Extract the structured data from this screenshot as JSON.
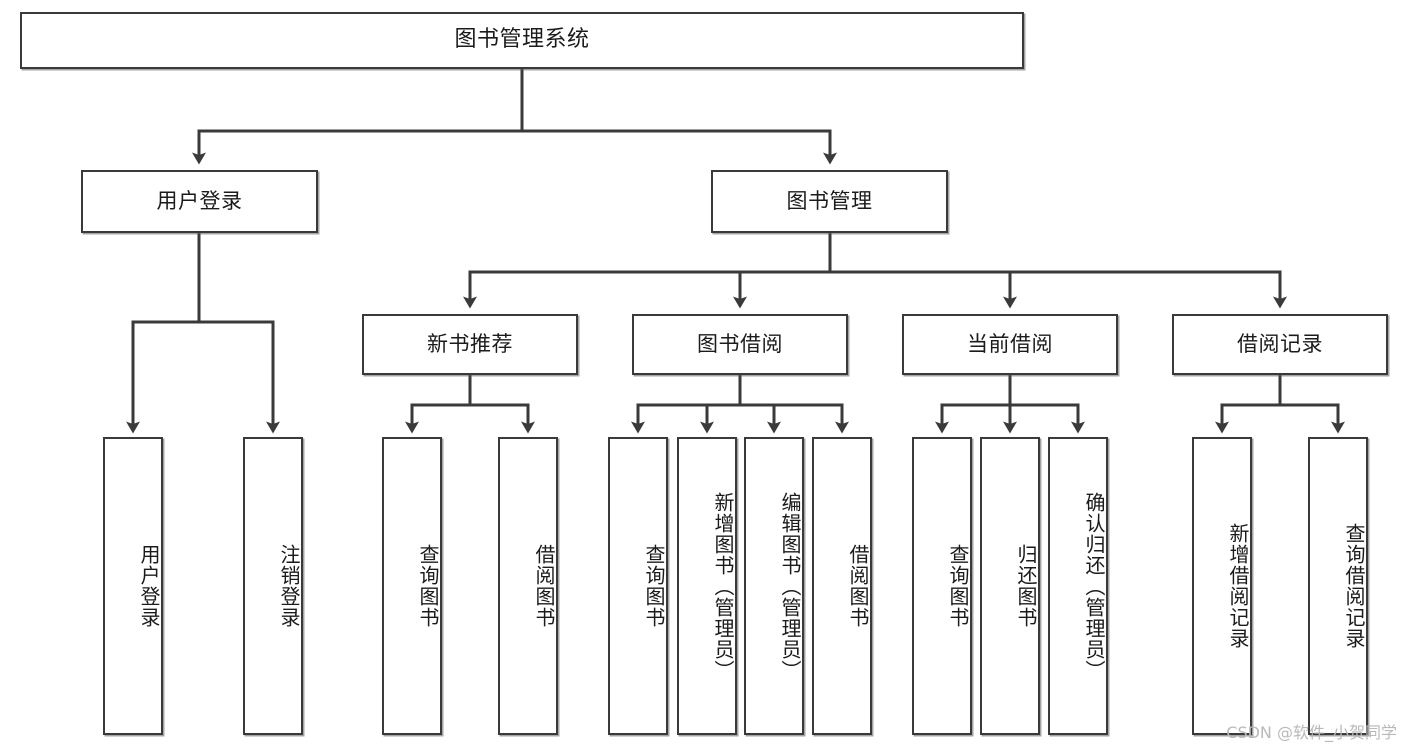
{
  "diagram": {
    "title": "图书管理系统",
    "type": "tree",
    "orientation": "top-down",
    "colors": {
      "box_border": "#3a3a3a",
      "box_fill": "#ffffff",
      "connector": "#3a3a3a",
      "text": "#1b1b1b",
      "watermark": "#b9b9b9",
      "background": "#ffffff"
    },
    "root": {
      "id": "root",
      "label": "图书管理系统"
    },
    "level2": [
      {
        "id": "user-login",
        "label": "用户登录"
      },
      {
        "id": "book-management",
        "label": "图书管理"
      }
    ],
    "level3": [
      {
        "id": "new-book-recommend",
        "label": "新书推荐",
        "parent": "book-management"
      },
      {
        "id": "book-borrow",
        "label": "图书借阅",
        "parent": "book-management"
      },
      {
        "id": "current-borrow",
        "label": "当前借阅",
        "parent": "book-management"
      },
      {
        "id": "borrow-record",
        "label": "借阅记录",
        "parent": "book-management"
      }
    ],
    "leaves": {
      "user-login": [
        {
          "id": "leaf-user-login",
          "label": "用户登录"
        },
        {
          "id": "leaf-user-logout",
          "label": "注销登录"
        }
      ],
      "new-book-recommend": [
        {
          "id": "leaf-query-book-1",
          "label": "查询图书"
        },
        {
          "id": "leaf-borrow-book-1",
          "label": "借阅图书"
        }
      ],
      "book-borrow": [
        {
          "id": "leaf-query-book-2",
          "label": "查询图书"
        },
        {
          "id": "leaf-add-book",
          "label": "新增图书（管理员）"
        },
        {
          "id": "leaf-edit-book",
          "label": "编辑图书（管理员）"
        },
        {
          "id": "leaf-borrow-book-2",
          "label": "借阅图书"
        }
      ],
      "current-borrow": [
        {
          "id": "leaf-query-book-3",
          "label": "查询图书"
        },
        {
          "id": "leaf-return-book",
          "label": "归还图书"
        },
        {
          "id": "leaf-confirm-return",
          "label": "确认归还（管理员）"
        }
      ],
      "borrow-record": [
        {
          "id": "leaf-add-record",
          "label": "新增借阅记录"
        },
        {
          "id": "leaf-query-record",
          "label": "查询借阅记录"
        }
      ]
    }
  },
  "watermark": {
    "text": "CSDN @软件_小贺同学"
  }
}
